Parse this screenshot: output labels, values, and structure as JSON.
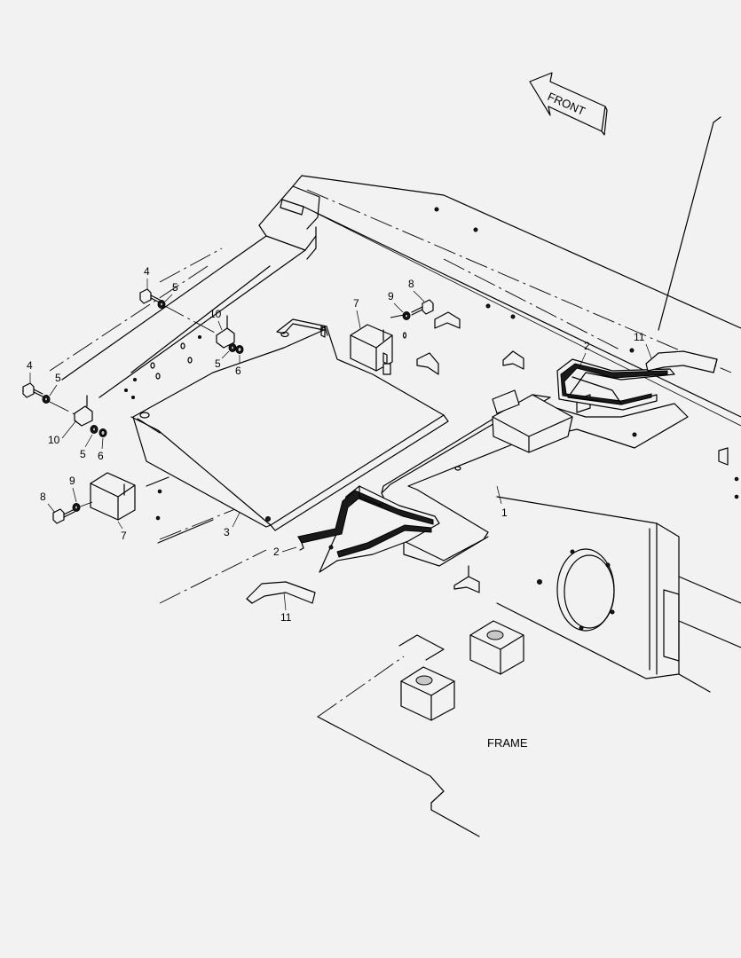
{
  "labels": {
    "front": "FRONT",
    "frame": "FRAME"
  },
  "callouts": [
    {
      "id": "c1",
      "text": "1"
    },
    {
      "id": "c2a",
      "text": "2"
    },
    {
      "id": "c2b",
      "text": "2"
    },
    {
      "id": "c3",
      "text": "3"
    },
    {
      "id": "c4a",
      "text": "4"
    },
    {
      "id": "c4b",
      "text": "4"
    },
    {
      "id": "c5a",
      "text": "5"
    },
    {
      "id": "c5b",
      "text": "5"
    },
    {
      "id": "c5c",
      "text": "5"
    },
    {
      "id": "c5d",
      "text": "5"
    },
    {
      "id": "c6a",
      "text": "6"
    },
    {
      "id": "c6b",
      "text": "6"
    },
    {
      "id": "c7a",
      "text": "7"
    },
    {
      "id": "c7b",
      "text": "7"
    },
    {
      "id": "c8a",
      "text": "8"
    },
    {
      "id": "c8b",
      "text": "8"
    },
    {
      "id": "c9a",
      "text": "9"
    },
    {
      "id": "c9b",
      "text": "9"
    },
    {
      "id": "c10a",
      "text": "10"
    },
    {
      "id": "c10b",
      "text": "10"
    },
    {
      "id": "c11a",
      "text": "11"
    },
    {
      "id": "c11b",
      "text": "11"
    }
  ]
}
